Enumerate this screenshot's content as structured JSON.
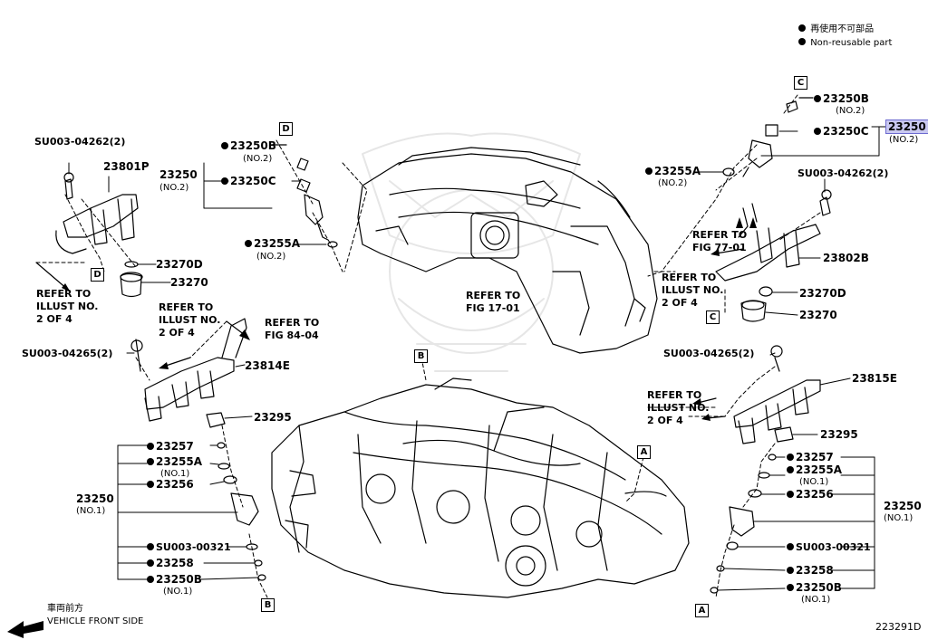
{
  "legend": {
    "jp": "再使用不可部品",
    "en": "Non-reusable part"
  },
  "labels": {
    "su_04262_left": "SU003-04262(2)",
    "p23801P": "23801P",
    "p23250_left_top": "23250",
    "p23250_left_top_sub": "(NO.2)",
    "p23250B_top_left": "23250B",
    "p23250B_top_left_sub": "(NO.2)",
    "p23250C_left": "23250C",
    "p23255A_left_top": "23255A",
    "p23255A_left_top_sub": "(NO.2)",
    "p23270D_left": "23270D",
    "p23270_left": "23270",
    "su_04265_left": "SU003-04265(2)",
    "p23814E": "23814E",
    "p23295_left": "23295",
    "p23257_left": "23257",
    "p23255A_left_bot": "23255A",
    "p23255A_left_bot_sub": "(NO.1)",
    "p23256_left": "23256",
    "p23250_left_bot": "23250",
    "p23250_left_bot_sub": "(NO.1)",
    "su_00321_left": "SU003-00321",
    "p23258_left": "23258",
    "p23250B_left_bot": "23250B",
    "p23250B_left_bot_sub": "(NO.1)",
    "p23250B_right_top": "23250B",
    "p23250B_right_top_sub": "(NO.2)",
    "p23250C_right": "23250C",
    "p23250_right_top_hl": "23250",
    "p23250_right_top_sub": "(NO.2)",
    "p23255A_right_top": "23255A",
    "p23255A_right_top_sub": "(NO.2)",
    "su_04262_right": "SU003-04262(2)",
    "p23802B": "23802B",
    "p23270D_right": "23270D",
    "p23270_right": "23270",
    "su_04265_right": "SU003-04265(2)",
    "p23815E": "23815E",
    "p23295_right": "23295",
    "p23257_right": "23257",
    "p23255A_right_bot": "23255A",
    "p23255A_right_bot_sub": "(NO.1)",
    "p23256_right": "23256",
    "p23250_right_bot": "23250",
    "p23250_right_bot_sub": "(NO.1)",
    "su_00321_right": "SU003-00321",
    "p23258_right": "23258",
    "p23250B_right_bot": "23250B",
    "p23250B_right_bot_sub": "(NO.1)"
  },
  "refs": {
    "illust_left_top": "REFER TO\nILLUST NO.\n2 OF 4",
    "illust_left_mid": "REFER TO\nILLUST NO.\n2 OF 4",
    "fig_84": "REFER TO\nFIG 84-04",
    "fig_17": "REFER TO\nFIG 17-01",
    "fig_77": "REFER TO\nFIG 77-01",
    "illust_right_top": "REFER TO\nILLUST NO.\n2 OF 4",
    "illust_right_mid": "REFER TO\nILLUST NO.\n2 OF 4"
  },
  "boxes": {
    "d1": "D",
    "d2": "D",
    "c1": "C",
    "c2": "C",
    "b1": "B",
    "b2": "B",
    "a1": "A",
    "a2": "A"
  },
  "footer": {
    "front_jp": "車両前方",
    "front_en": "VEHICLE FRONT SIDE",
    "diagram_id": "223291D"
  }
}
